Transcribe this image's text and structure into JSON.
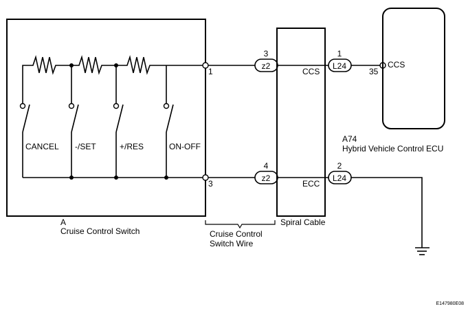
{
  "switch": {
    "ref": "A",
    "title": "Cruise Control Switch",
    "labels": [
      "CANCEL",
      "-/SET",
      "+/RES",
      "ON-OFF"
    ],
    "pin_top": "1",
    "pin_bottom": "3"
  },
  "wire": {
    "title_line1": "Cruise Control",
    "title_line2": "Switch Wire"
  },
  "connectors": {
    "z2_top": {
      "name": "z2",
      "pin": "3"
    },
    "z2_bot": {
      "name": "z2",
      "pin": "4"
    },
    "l24_top": {
      "name": "L24",
      "pin": "1"
    },
    "l24_bot": {
      "name": "L24",
      "pin": "2"
    }
  },
  "spiral": {
    "title": "Spiral Cable",
    "sig_top": "CCS",
    "sig_bot": "ECC"
  },
  "ecu": {
    "ref": "A74",
    "title": "Hybrid Vehicle Control ECU",
    "pin": "35",
    "sig": "CCS"
  },
  "figure_code": "E147980E08"
}
